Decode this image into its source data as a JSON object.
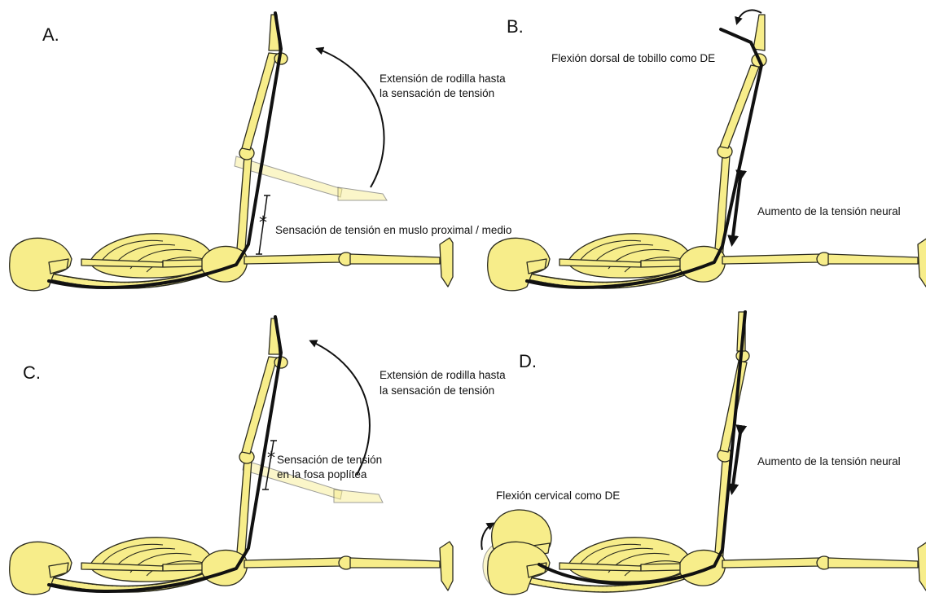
{
  "colors": {
    "bone": "#f7ed8a",
    "outline": "#2a2a1e",
    "nerve": "#111111",
    "text": "#111111"
  },
  "panels": {
    "a": {
      "letter": "A.",
      "caption_line1": "Extensión de rodilla hasta",
      "caption_line2": "la sensación de tensión",
      "marker": "*",
      "sensation": "Sensación de tensión en muslo proximal / medio"
    },
    "b": {
      "letter": "B.",
      "caption": "Flexión dorsal de tobillo como DE",
      "tension": "Aumento de la tensión neural"
    },
    "c": {
      "letter": "C.",
      "caption_line1": "Extensión de rodilla hasta",
      "caption_line2": "la sensación de tensión",
      "marker": "*",
      "sensation_line1": "Sensación de tensión",
      "sensation_line2": "en la fosa poplítea"
    },
    "d": {
      "letter": "D.",
      "caption": "Flexión cervical como DE",
      "tension": "Aumento de la tensión neural"
    }
  }
}
